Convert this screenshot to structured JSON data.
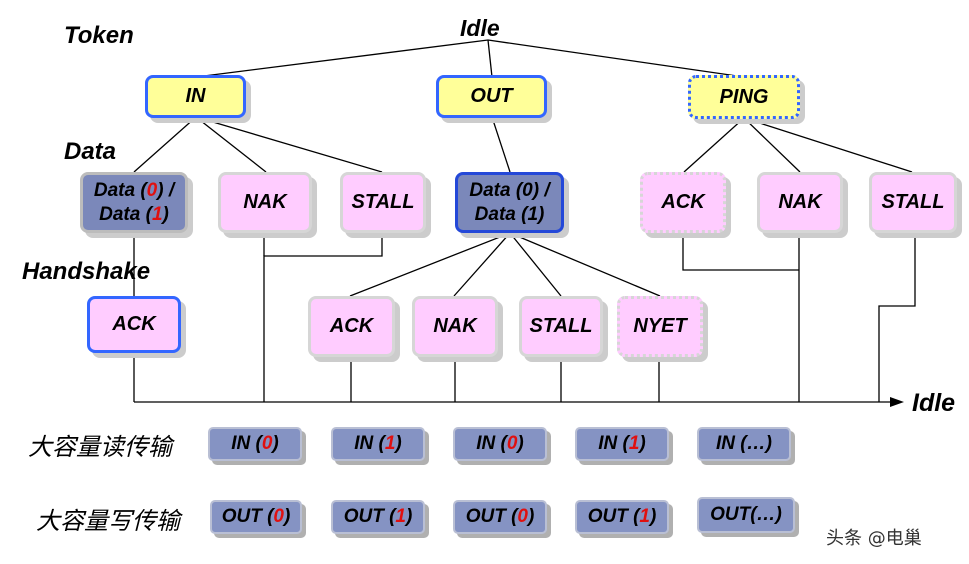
{
  "levels": {
    "token": "Token",
    "data": "Data",
    "handshake": "Handshake"
  },
  "idle_top": "Idle",
  "idle_right": "Idle",
  "tokens": {
    "in": "IN",
    "out": "OUT",
    "ping": "PING"
  },
  "in_branch": {
    "data_line1_a": "Data (",
    "data_line1_b": "0",
    "data_line1_c": ") /",
    "data_line2_a": "Data (",
    "data_line2_b": "1",
    "data_line2_c": ")",
    "nak": "NAK",
    "stall": "STALL",
    "ack": "ACK"
  },
  "out_branch": {
    "data_line1": "Data (0) /",
    "data_line2": "Data (1)",
    "ack": "ACK",
    "nak": "NAK",
    "stall": "STALL",
    "nyet": "NYET"
  },
  "ping_branch": {
    "ack": "ACK",
    "nak": "NAK",
    "stall": "STALL"
  },
  "bulk_read": {
    "label": "大容量读传输",
    "items": [
      {
        "prefix": "IN (",
        "num": "0",
        "suffix": ")"
      },
      {
        "prefix": "IN (",
        "num": "1",
        "suffix": ")"
      },
      {
        "prefix": "IN (",
        "num": "0",
        "suffix": ")"
      },
      {
        "prefix": "IN (",
        "num": "1",
        "suffix": ")"
      },
      {
        "prefix": "IN (…)",
        "num": "",
        "suffix": ""
      }
    ]
  },
  "bulk_write": {
    "label": "大容量写传输",
    "items": [
      {
        "prefix": "OUT (",
        "num": "0",
        "suffix": ")"
      },
      {
        "prefix": "OUT (",
        "num": "1",
        "suffix": ")"
      },
      {
        "prefix": "OUT (",
        "num": "0",
        "suffix": ")"
      },
      {
        "prefix": "OUT (",
        "num": "1",
        "suffix": ")"
      },
      {
        "prefix": "OUT(…)",
        "num": "",
        "suffix": ""
      }
    ]
  },
  "watermark": "头条 @电巢",
  "colors": {
    "token_fill": "#ffff99",
    "border_blue": "#3366ff",
    "handshake_fill": "#ffccff",
    "data_fill": "#7b88ba",
    "seq_fill": "#8593c3",
    "toggle_red": "#e01010"
  }
}
